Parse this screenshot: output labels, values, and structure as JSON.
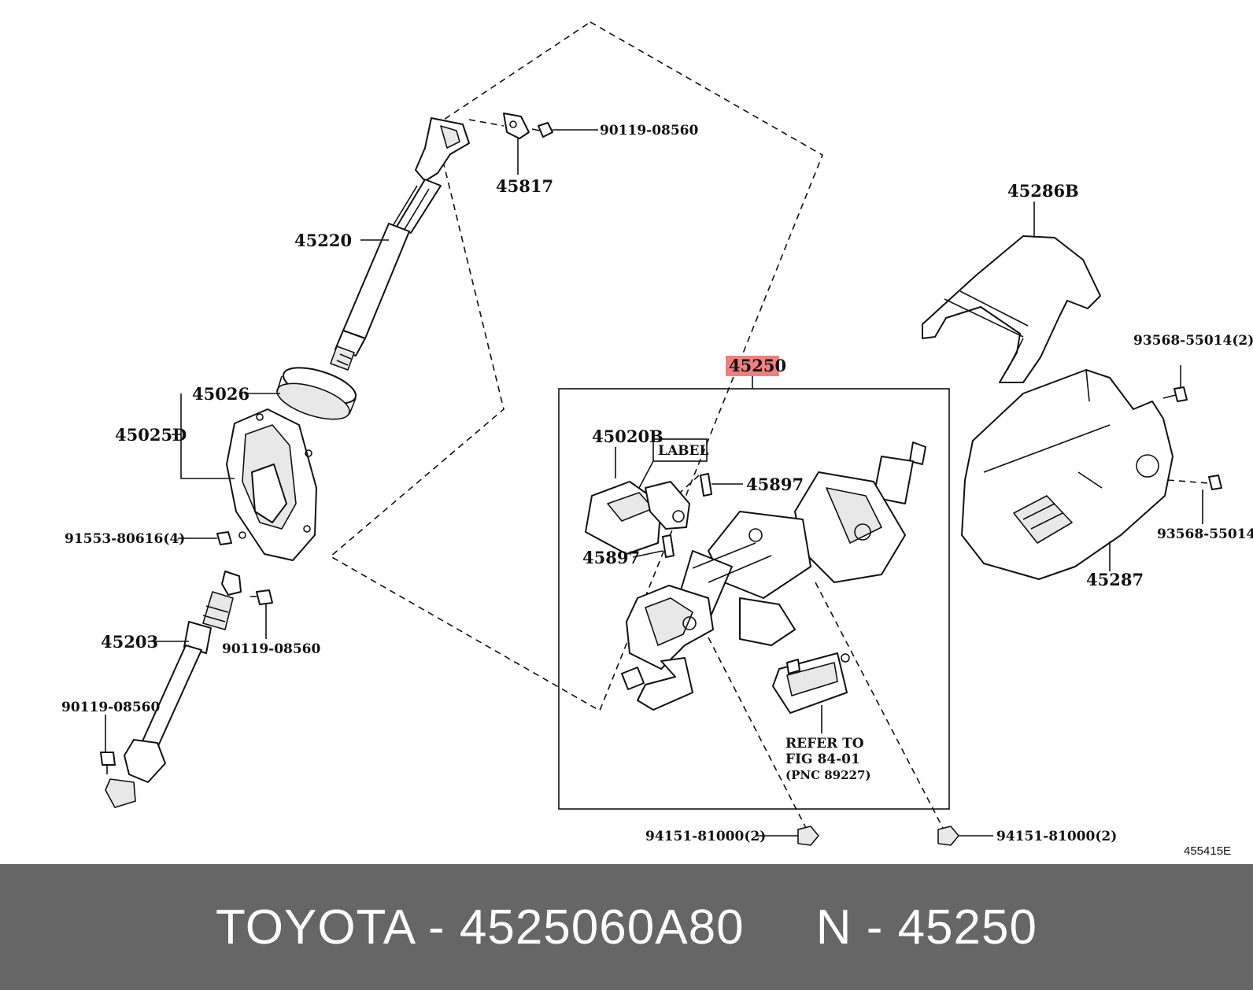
{
  "highlight_color": "#f08080",
  "footer_bg": "#666666",
  "diagram_id": "455415E",
  "callouts": {
    "p90119_top": "90119-08560",
    "p45817": "45817",
    "p45220": "45220",
    "p45286b": "45286B",
    "p93568_2": "93568-55014(2)",
    "p45250": "45250",
    "p45026": "45026",
    "p45025d": "45025D",
    "p45020b": "45020B",
    "label_box": "LABEL",
    "p45897_a": "45897",
    "p45897_b": "45897",
    "p91553": "91553-80616(4)",
    "p93568": "93568-55014",
    "p45287": "45287",
    "p45203": "45203",
    "p90119_mid": "90119-08560",
    "p90119_low": "90119-08560",
    "refer_1": "REFER TO",
    "refer_2": "FIG 84-01",
    "refer_3": "(PNC 89227)",
    "p94151_left": "94151-81000(2)",
    "p94151_right": "94151-81000(2)"
  },
  "footer": {
    "brand": "TOYOTA",
    "sep1": " - ",
    "part_number": "4525060A80",
    "gap": "     ",
    "n_label": "N",
    "sep2": " - ",
    "n_value": "45250"
  }
}
